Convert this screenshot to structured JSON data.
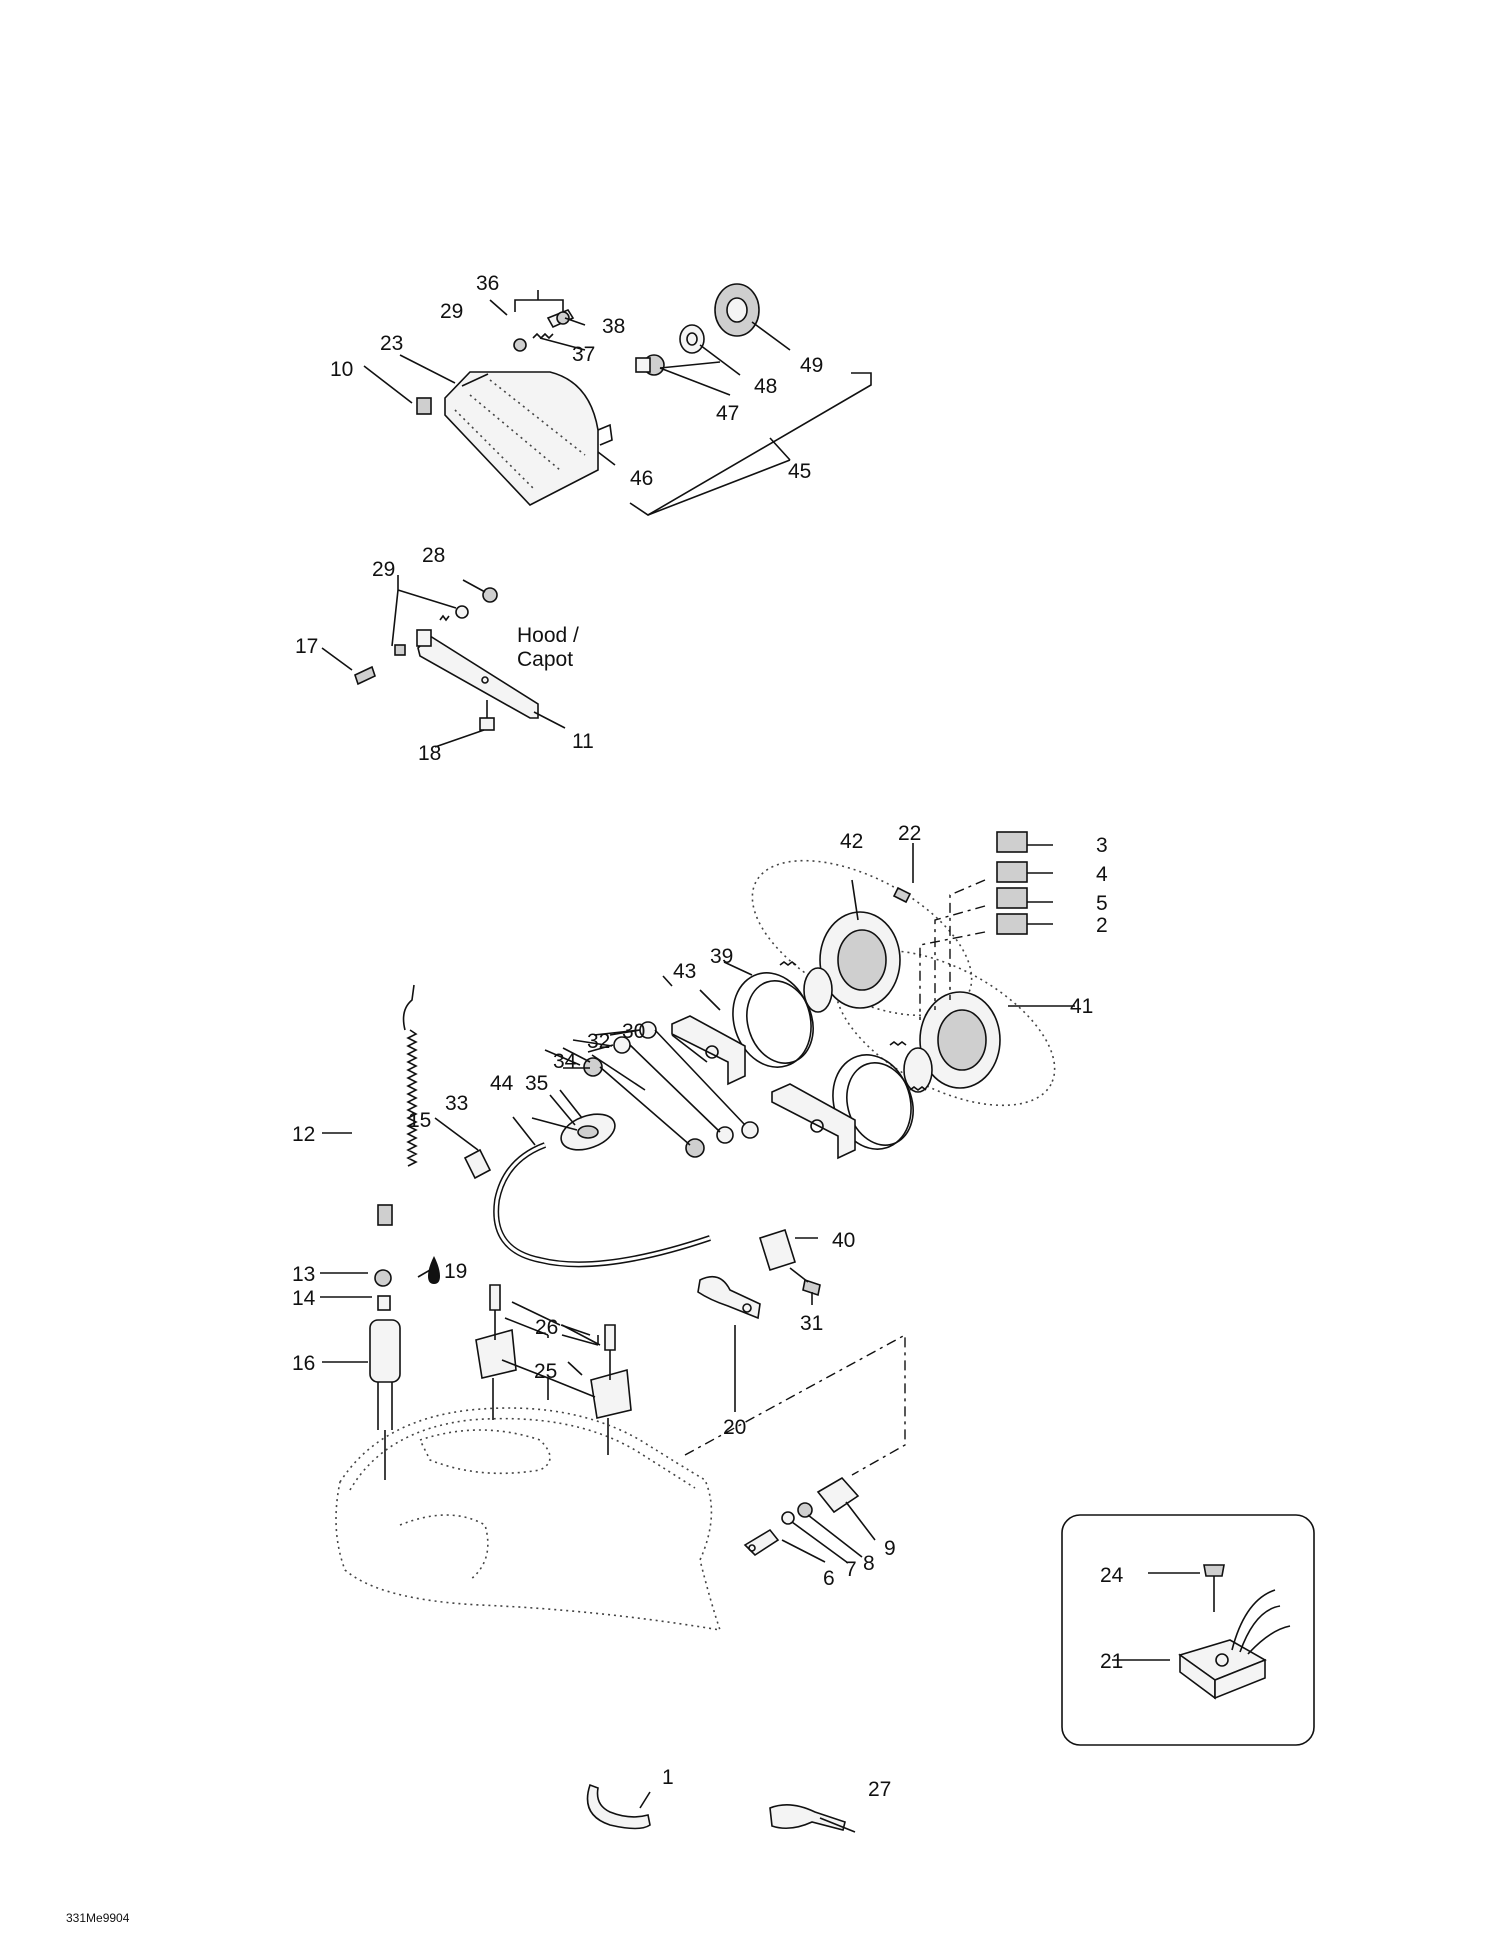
{
  "diagram": {
    "code": "331Me9904",
    "hood_label": [
      "Hood /",
      "Capot"
    ],
    "callouts": [
      "1",
      "2",
      "3",
      "4",
      "5",
      "6",
      "7",
      "8",
      "9",
      "10",
      "11",
      "12",
      "13",
      "14",
      "15",
      "16",
      "17",
      "18",
      "19",
      "20",
      "21",
      "22",
      "23",
      "24",
      "25",
      "26",
      "27",
      "28",
      "29",
      "29",
      "30",
      "31",
      "32",
      "33",
      "34",
      "35",
      "36",
      "37",
      "38",
      "39",
      "40",
      "41",
      "42",
      "43",
      "44",
      "45",
      "46",
      "47",
      "48",
      "49"
    ]
  }
}
